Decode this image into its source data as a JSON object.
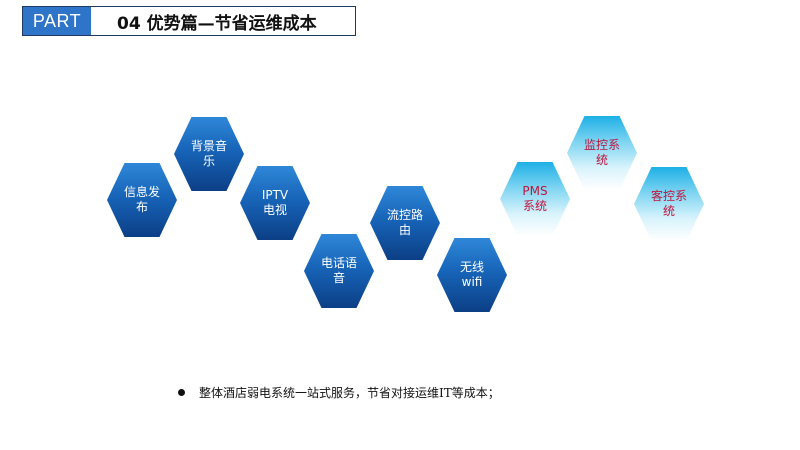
{
  "header": {
    "part_label": "PART",
    "title": "04 优势篇—节省运维成本"
  },
  "hexagons": {
    "info": "信息发\n布",
    "music": "背景音\n乐",
    "iptv": "IPTV\n电视",
    "phone": "电话语\n音",
    "route": "流控路\n由",
    "wifi": "无线\nwifi",
    "pms": "PMS\n系统",
    "monitor": "监控系\n统",
    "guest": "客控系\n统"
  },
  "bullet": {
    "text": "整体酒店弱电系统一站式服务，节省对接运维IT等成本；"
  },
  "colors": {
    "part_box": "#2e74c9",
    "hex_blue": "#1764b8",
    "hex_light": "#7ed4f1",
    "hex_light_text": "#c0143c"
  }
}
